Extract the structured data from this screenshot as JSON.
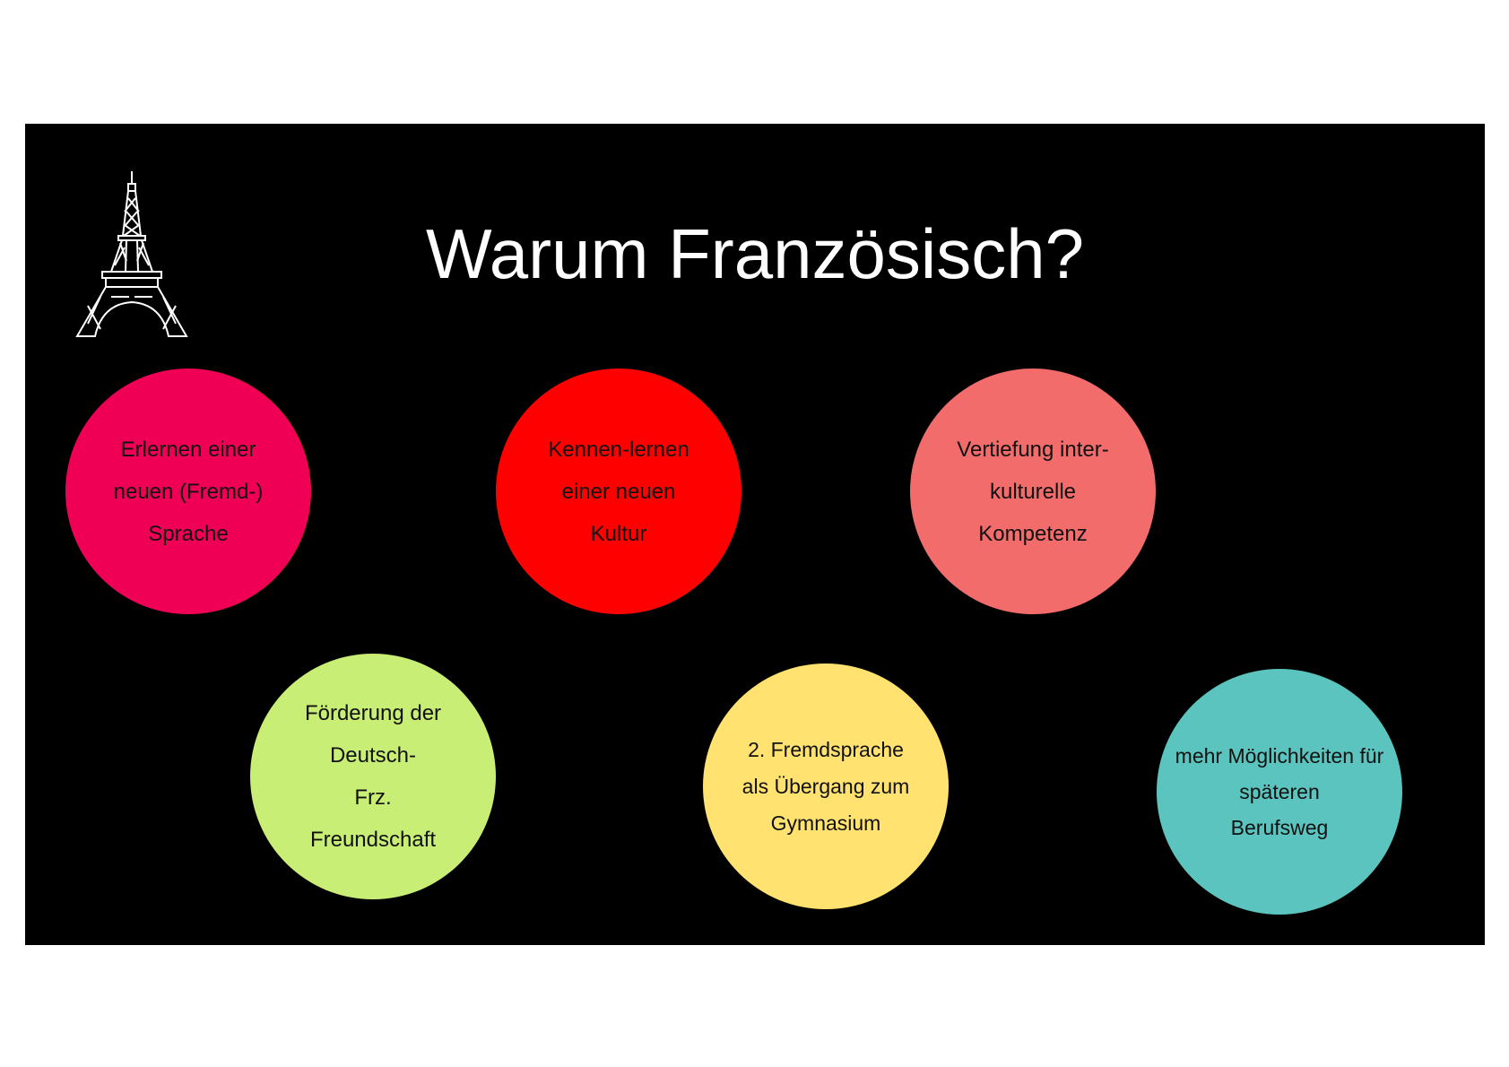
{
  "title": "Warum Französisch?",
  "icon": "eiffel-tower-icon",
  "bubbles": [
    {
      "lines": [
        "Erlernen einer",
        "neuen (Fremd-)",
        "Sprache"
      ],
      "color": "#EF0055"
    },
    {
      "lines": [
        "Kennen-lernen",
        "einer neuen",
        "Kultur"
      ],
      "color": "#FF0000"
    },
    {
      "lines": [
        "Vertiefung inter-",
        "kulturelle",
        "Kompetenz"
      ],
      "color": "#F26C6C"
    },
    {
      "lines": [
        "Förderung der",
        "Deutsch-",
        "Frz.",
        "Freundschaft"
      ],
      "color": "#C9EE76"
    },
    {
      "lines": [
        "2. Fremdsprache",
        "als Übergang zum",
        "Gymnasium"
      ],
      "color": "#FFE270"
    },
    {
      "lines": [
        "mehr Möglichkeiten für",
        "späteren",
        "Berufsweg"
      ],
      "color": "#5BC4BE"
    }
  ]
}
